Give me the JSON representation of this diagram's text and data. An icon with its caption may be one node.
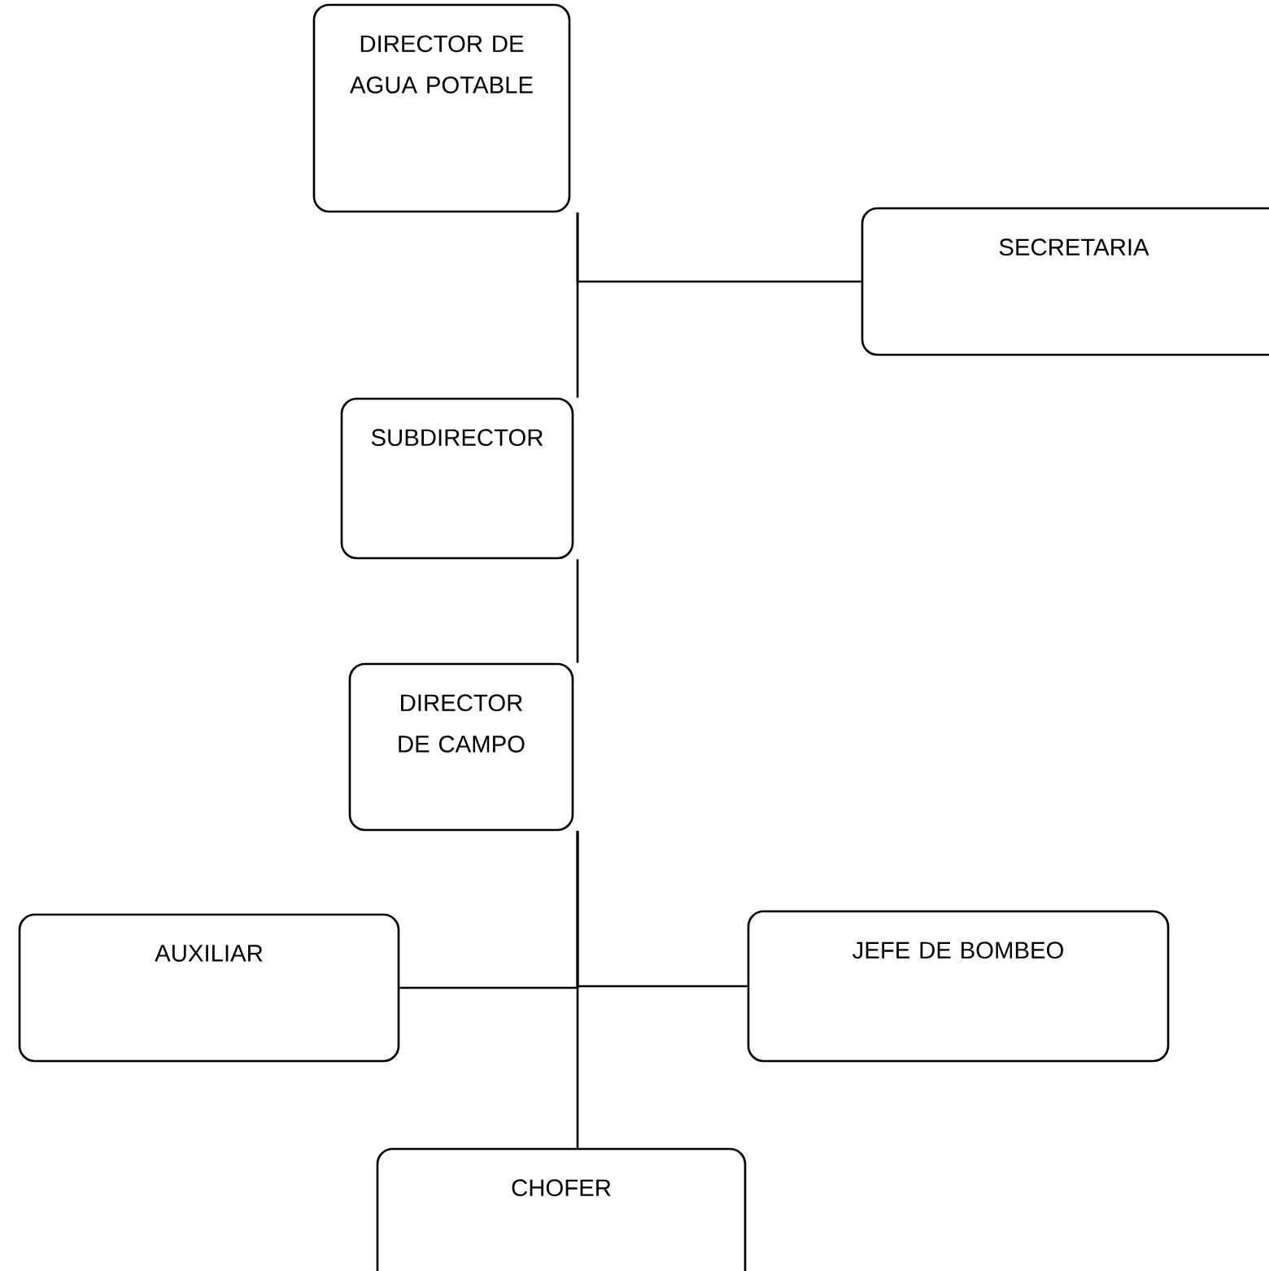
{
  "diagram": {
    "nodes": [
      {
        "text": [
          "DIRECTOR DE AGUA POTABLE"
        ]
      },
      {
        "text": [
          "SECRETARIA"
        ]
      },
      {
        "text": [
          "SUBDIRECTOR"
        ]
      },
      {
        "text": [
          "DIRECTOR DE CAMPO"
        ]
      },
      {
        "text": [
          "AUXILIAR"
        ]
      },
      {
        "text": [
          "JEFE DE BOMBEO"
        ]
      },
      {
        "text": [
          "CHOFER"
        ]
      }
    ],
    "edges": [
      {
        "from": 0,
        "to": 1,
        "arrow": "none"
      },
      {
        "from": 0,
        "to": 2,
        "arrow": "none"
      },
      {
        "from": 2,
        "to": 3,
        "arrow": "none"
      },
      {
        "from": 3,
        "to": 4,
        "arrow": "none"
      },
      {
        "from": 3,
        "to": 5,
        "arrow": "none"
      },
      {
        "from": 3,
        "to": 6,
        "arrow": "none"
      }
    ]
  }
}
